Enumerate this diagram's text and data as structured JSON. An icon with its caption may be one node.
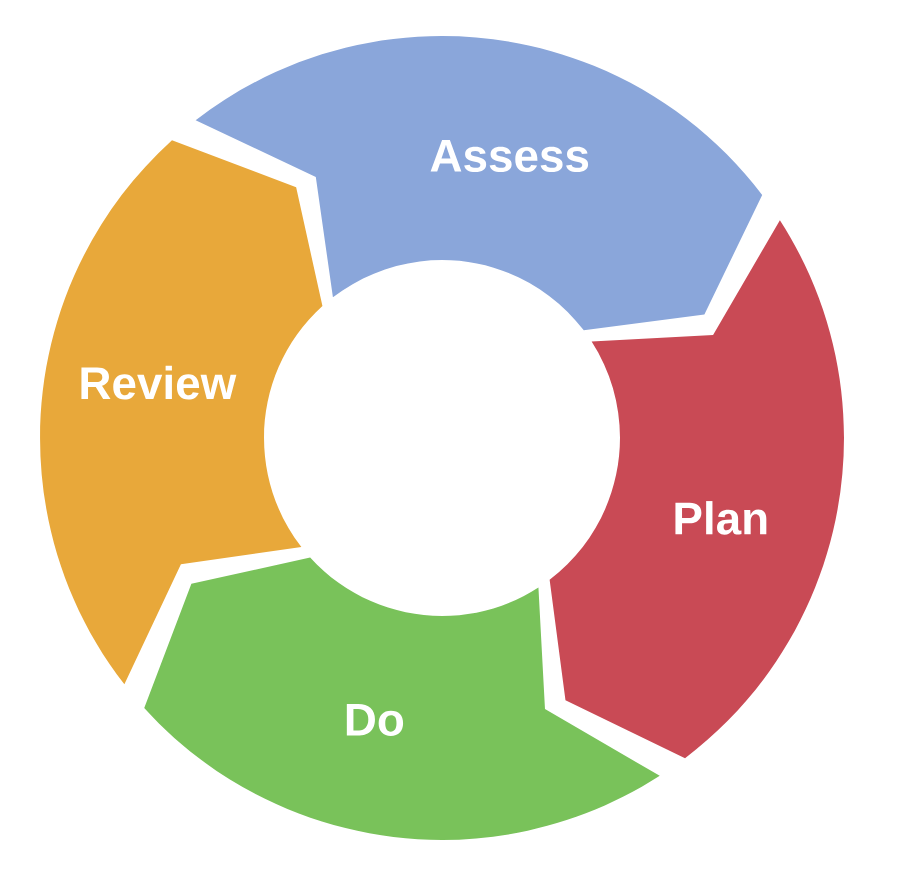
{
  "diagram": {
    "nodes": [
      {
        "text": [
          "Assess"
        ]
      },
      {
        "text": [
          "Plan"
        ]
      },
      {
        "text": [
          "Do"
        ]
      },
      {
        "text": [
          "Review"
        ]
      }
    ]
  }
}
